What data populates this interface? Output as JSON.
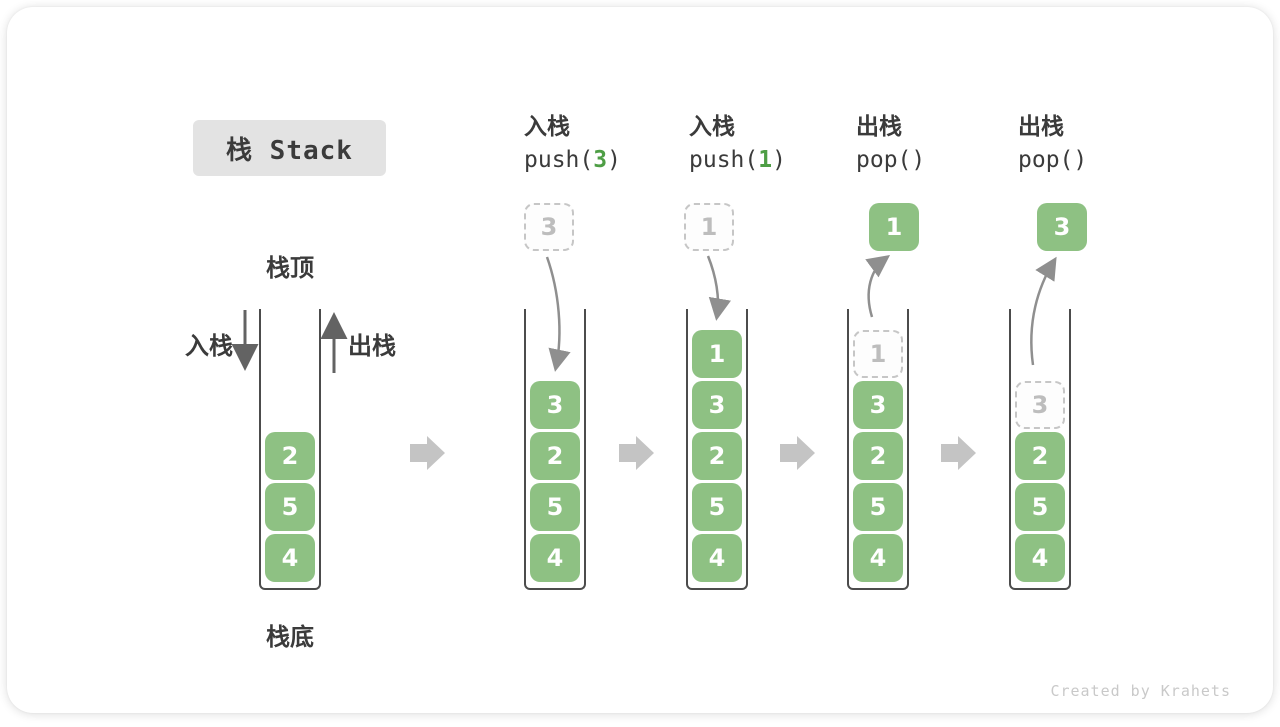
{
  "title": "栈 Stack",
  "labels": {
    "stack_top": "栈顶",
    "stack_bottom": "栈底",
    "push_dir": "入栈",
    "pop_dir": "出栈"
  },
  "ops": [
    {
      "zh": "入栈",
      "code_pre": "push(",
      "code_arg": "3",
      "code_suf": ")"
    },
    {
      "zh": "入栈",
      "code_pre": "push(",
      "code_arg": "1",
      "code_suf": ")"
    },
    {
      "zh": "出栈",
      "code_pre": "pop()",
      "code_arg": "",
      "code_suf": ""
    },
    {
      "zh": "出栈",
      "code_pre": "pop()",
      "code_arg": "",
      "code_suf": ""
    }
  ],
  "floats": [
    {
      "value": "3",
      "style": "dashed"
    },
    {
      "value": "1",
      "style": "dashed"
    },
    {
      "value": "1",
      "style": "solid"
    },
    {
      "value": "3",
      "style": "solid"
    }
  ],
  "stacks": [
    {
      "elements": [
        "2",
        "5",
        "4"
      ]
    },
    {
      "elements": [
        "3",
        "2",
        "5",
        "4"
      ]
    },
    {
      "elements": [
        "1",
        "3",
        "2",
        "5",
        "4"
      ]
    },
    {
      "ghost": "1",
      "elements": [
        "3",
        "2",
        "5",
        "4"
      ]
    },
    {
      "ghost": "3",
      "elements": [
        "2",
        "5",
        "4"
      ]
    }
  ],
  "watermark": "Created by Krahets",
  "colors": {
    "element_green": "#8ec183",
    "code_arg_green": "#4e9e45",
    "stack_wall": "#4c4c4c",
    "curve_arrow": "#8f8f8f",
    "direction_arrow": "#636363",
    "block_arrow": "#c4c4c4",
    "ghost_border": "#c6c6c6",
    "ghost_text": "#bdbdbd",
    "title_bg": "#e3e3e3",
    "text": "#3b3b3b",
    "watermark": "#c9c9c9"
  }
}
